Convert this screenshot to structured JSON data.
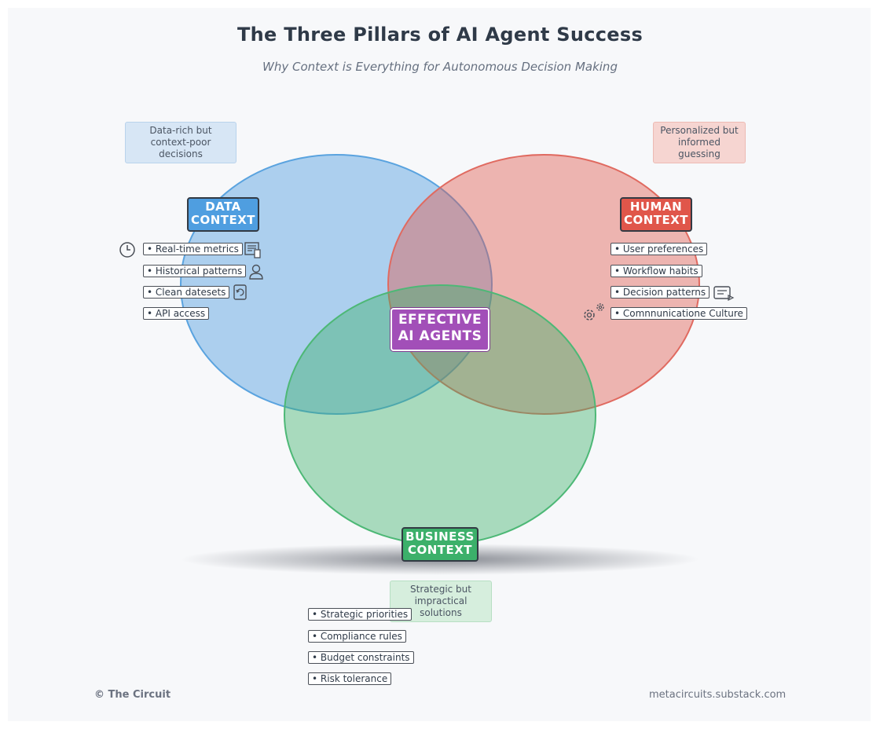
{
  "title": "The Three Pillars of AI Agent Success",
  "subtitle": "Why Context is Everything for Autonomous Decision Making",
  "colors": {
    "data": "#4f9ee0",
    "human": "#e0564a",
    "business": "#3cb06a",
    "center": "#a24fb8"
  },
  "data_context": {
    "label_line1": "DATA",
    "label_line2": "CONTEXT",
    "note_line1": "Data-rich but",
    "note_line2": "context-poor decisions",
    "items": [
      "• Real-time metrics",
      "• Historical patterns",
      "• Clean datesets",
      "• API access"
    ],
    "icons": [
      "clock-icon",
      "document-icon",
      "user-icon",
      "refresh-file-icon"
    ]
  },
  "human_context": {
    "label_line1": "HUMAN",
    "label_line2": "CONTEXT",
    "note_line1": "Personalized but",
    "note_line2": "informed guessing",
    "items": [
      "• User preferences",
      "• Workflow habits",
      "• Decision patterns",
      "• Comnnunicatione Culture"
    ],
    "icons": [
      "chat-icon",
      "gears-icon"
    ]
  },
  "business_context": {
    "label_line1": "BUSINESS",
    "label_line2": "CONTEXT",
    "note_line1": "Strategic but",
    "note_line2": "impractical solutions",
    "items": [
      "• Strategic priorities",
      "• Compliance rules",
      "• Budget constraints",
      "• Risk tolerance"
    ]
  },
  "center": {
    "label_line1": "EFFECTIVE",
    "label_line2": "AI AGENTS"
  },
  "footer": {
    "credit": "© The Circuit",
    "site": "metacircuits.substack.com"
  }
}
